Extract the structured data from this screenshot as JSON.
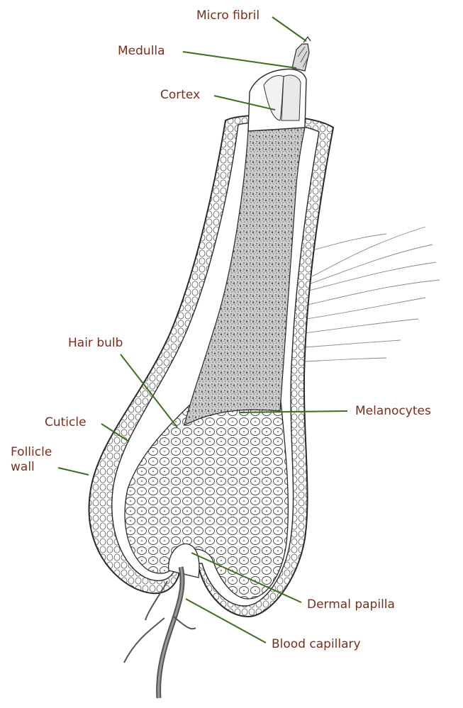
{
  "figure": {
    "label_color": "#7a2e1c",
    "leader_color": "#3c6e1e",
    "ink_color": "#2a2a2a"
  },
  "labels": {
    "micro_fibril": "Micro fibril",
    "medulla": "Medulla",
    "cortex": "Cortex",
    "hair_bulb": "Hair bulb",
    "melanocytes": "Melanocytes",
    "cuticle": "Cuticle",
    "follicle_wall_line1": "Follicle",
    "follicle_wall_line2": "wall",
    "dermal_papilla": "Dermal papilla",
    "blood_capillary": "Blood capillary"
  }
}
